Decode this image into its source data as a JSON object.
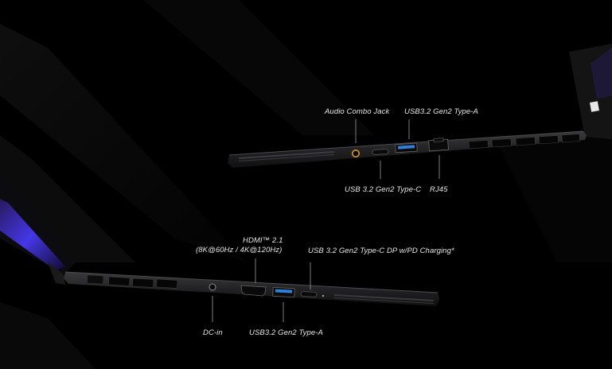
{
  "top_view": {
    "audio_combo_jack": "Audio Combo Jack",
    "usb_a": "USB3.2 Gen2 Type-A",
    "usb_c": "USB 3.2 Gen2 Type-C",
    "rj45": "RJ45"
  },
  "bottom_view": {
    "hdmi": "HDMI™ 2.1",
    "hdmi_detail": "(8K@60Hz / 4K@120Hz)",
    "usb_c_dp": "USB 3.2 Gen2 Type-C DP w/PD Charging*",
    "dc_in": "DC-in",
    "usb_a": "USB3.2 Gen2 Type-A"
  },
  "colors": {
    "background": "#000000",
    "chassis": "#1c1c1e",
    "usb_a_port": "#2f7fd6",
    "audio_ring": "#c58a2a",
    "screen_glow": "#4b3cff"
  }
}
